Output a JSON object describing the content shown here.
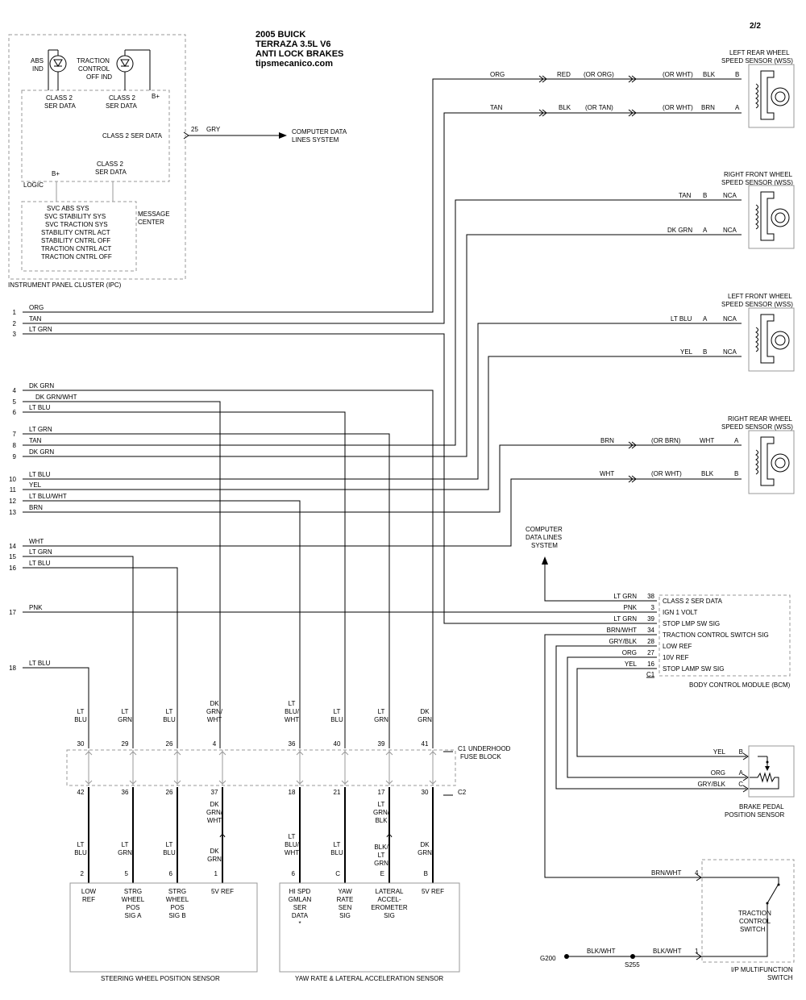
{
  "header": {
    "title_lines": [
      "2005 BUICK",
      "TERRAZA  3.5L V6",
      "ANTI LOCK BRAKES",
      "tipsmecanico.com"
    ],
    "page": "2/2"
  },
  "ipc": {
    "abs_ind": [
      "ABS",
      "IND"
    ],
    "traction_off_ind": [
      "TRACTION",
      "CONTROL",
      "OFF IND"
    ],
    "class2_a": [
      "CLASS 2",
      "SER DATA"
    ],
    "class2_b": [
      "CLASS 2",
      "SER DATA"
    ],
    "bplus_top": "B+",
    "class2_ser_data": "CLASS 2 SER DATA",
    "class2_c": [
      "CLASS 2",
      "SER DATA"
    ],
    "bplus": "B+",
    "logic": "LOGIC",
    "messages": [
      "SVC ABS SYS",
      "SVC STABILITY SYS",
      "SVC TRACTION SYS",
      "STABILITY CNTRL ACT",
      "STABILITY CNTRL OFF",
      "TRACTION CNTRL ACT",
      "TRACTION CNTRL OFF"
    ],
    "message_center": [
      "MESSAGE",
      "CENTER"
    ],
    "label": "INSTRUMENT PANEL CLUSTER (IPC)",
    "pin": "25",
    "wire": "GRY",
    "computer_data": [
      "COMPUTER DATA",
      "LINES SYSTEM"
    ]
  },
  "ebcm_pins": [
    {
      "n": "1",
      "wire": "ORG"
    },
    {
      "n": "2",
      "wire": "TAN"
    },
    {
      "n": "3",
      "wire": "LT GRN"
    },
    {
      "n": "4",
      "wire": "DK GRN"
    },
    {
      "n": "5",
      "wire": "DK GRN/WHT"
    },
    {
      "n": "6",
      "wire": "LT BLU"
    },
    {
      "n": "7",
      "wire": "LT GRN"
    },
    {
      "n": "8",
      "wire": "TAN"
    },
    {
      "n": "9",
      "wire": "DK GRN"
    },
    {
      "n": "10",
      "wire": "LT BLU"
    },
    {
      "n": "11",
      "wire": "YEL"
    },
    {
      "n": "12",
      "wire": "LT BLU/WHT"
    },
    {
      "n": "13",
      "wire": "BRN"
    },
    {
      "n": "14",
      "wire": "WHT"
    },
    {
      "n": "15",
      "wire": "LT GRN"
    },
    {
      "n": "16",
      "wire": "LT BLU"
    },
    {
      "n": "17",
      "wire": "PNK"
    },
    {
      "n": "18",
      "wire": "LT BLU"
    }
  ],
  "wss": {
    "lr": {
      "name": [
        "LEFT REAR WHEEL",
        "SPEED SENSOR (WSS)"
      ],
      "b": [
        "ORG",
        "RED",
        "(OR ORG)",
        "(OR WHT)",
        "BLK",
        "B"
      ],
      "a": [
        "TAN",
        "BLK",
        "(OR TAN)",
        "(OR WHT)",
        "BRN",
        "A"
      ]
    },
    "rf": {
      "name": [
        "RIGHT FRONT WHEEL",
        "SPEED SENSOR (WSS)"
      ],
      "b": [
        "TAN",
        "B",
        "NCA"
      ],
      "a": [
        "DK GRN",
        "A",
        "NCA"
      ]
    },
    "lf": {
      "name": [
        "LEFT FRONT WHEEL",
        "SPEED SENSOR (WSS)"
      ],
      "a": [
        "LT BLU",
        "A",
        "NCA"
      ],
      "b": [
        "YEL",
        "B",
        "NCA"
      ]
    },
    "rr": {
      "name": [
        "RIGHT REAR WHEEL",
        "SPEED SENSOR (WSS)"
      ],
      "a": [
        "BRN",
        "(OR BRN)",
        "WHT",
        "A"
      ],
      "b": [
        "WHT",
        "(OR WHT)",
        "BLK",
        "B"
      ]
    }
  },
  "computer_data_2": [
    "COMPUTER",
    "DATA LINES",
    "SYSTEM"
  ],
  "bcm": {
    "rows": [
      {
        "wire": "LT GRN",
        "pin": "38",
        "sig": "CLASS 2 SER DATA"
      },
      {
        "wire": "PNK",
        "pin": "3",
        "sig": "IGN 1 VOLT"
      },
      {
        "wire": "LT GRN",
        "pin": "39",
        "sig": "STOP LMP SW SIG"
      },
      {
        "wire": "BRN/WHT",
        "pin": "34",
        "sig": "TRACTION CONTROL SWITCH SIG"
      },
      {
        "wire": "GRY/BLK",
        "pin": "28",
        "sig": "LOW REF"
      },
      {
        "wire": "ORG",
        "pin": "27",
        "sig": "10V REF"
      },
      {
        "wire": "YEL",
        "pin": "16",
        "sig": "STOP LAMP SW SIG"
      }
    ],
    "conn": "C1",
    "label": "BODY CONTROL MODULE (BCM)"
  },
  "fuse": {
    "label": [
      "UNDERHOOD",
      "FUSE BLOCK"
    ],
    "c1": "C1",
    "c2": "C2",
    "cols": [
      {
        "top": [
          "LT",
          "BLU"
        ],
        "p1": "30",
        "p2": "42",
        "bot": [
          "LT",
          "BLU"
        ],
        "end": "2"
      },
      {
        "top": [
          "LT",
          "GRN"
        ],
        "p1": "29",
        "p2": "36",
        "bot": [
          "LT",
          "GRN"
        ],
        "end": "5"
      },
      {
        "top": [
          "LT",
          "BLU"
        ],
        "p1": "26",
        "p2": "26",
        "bot": [
          "LT",
          "BLU"
        ],
        "end": "6"
      },
      {
        "top": [
          "DK",
          "GRN/",
          "WHT"
        ],
        "p1": "4",
        "p2": "37",
        "bot": [
          "DK",
          "GRN/",
          "WHT"
        ],
        "bot2": [
          "DK",
          "GRN"
        ],
        "end": "1"
      },
      {
        "top": [
          "LT",
          "BLU/",
          "WHT"
        ],
        "p1": "36",
        "p2": "18",
        "bot": [
          "LT",
          "BLU/",
          "WHT"
        ],
        "end": "6"
      },
      {
        "top": [
          "LT",
          "BLU"
        ],
        "p1": "40",
        "p2": "21",
        "bot": [
          "LT",
          "BLU"
        ],
        "end": "C"
      },
      {
        "top": [
          "LT",
          "GRN"
        ],
        "p1": "39",
        "p2": "17",
        "bot": [
          "LT",
          "GRN/",
          "BLK"
        ],
        "bot2": [
          "BLK/",
          "LT",
          "GRN"
        ],
        "end": "E"
      },
      {
        "top": [
          "DK",
          "GRN"
        ],
        "p1": "41",
        "p2": "30",
        "bot": [
          "DK",
          "GRN"
        ],
        "end": "B"
      }
    ]
  },
  "swps": {
    "sigs": [
      [
        "LOW",
        "REF"
      ],
      [
        "STRG",
        "WHEEL",
        "POS",
        "SIG A"
      ],
      [
        "STRG",
        "WHEEL",
        "POS",
        "SIG B"
      ],
      [
        "5V REF"
      ]
    ],
    "label": "STEERING WHEEL POSITION SENSOR"
  },
  "yaw": {
    "sigs": [
      [
        "HI SPD",
        "GMLAN",
        "SER",
        "DATA",
        "*"
      ],
      [
        "YAW",
        "RATE",
        "SEN",
        "SIG"
      ],
      [
        "LATERAL",
        "ACCEL-",
        "EROMETER",
        "SIG"
      ],
      [
        "5V REF"
      ]
    ],
    "label": "YAW RATE & LATERAL ACCELERATION SENSOR"
  },
  "bpps": {
    "rows": [
      {
        "wire": "YEL",
        "pin": "B"
      },
      {
        "wire": "ORG",
        "pin": "A"
      },
      {
        "wire": "GRY/BLK",
        "pin": "C"
      }
    ],
    "label": [
      "BRAKE PEDAL",
      "POSITION SENSOR"
    ]
  },
  "tcs": {
    "wire_top": "BRN/WHT",
    "pin_top": "4",
    "wire_bot1": "BLK/WHT",
    "wire_bot2": "BLK/WHT",
    "pin_bot": "1",
    "g200": "G200",
    "s255": "S255",
    "name": [
      "TRACTION",
      "CONTROL",
      "SWITCH"
    ],
    "label": [
      "I/P MULTIFUNCTION",
      "SWITCH"
    ]
  }
}
